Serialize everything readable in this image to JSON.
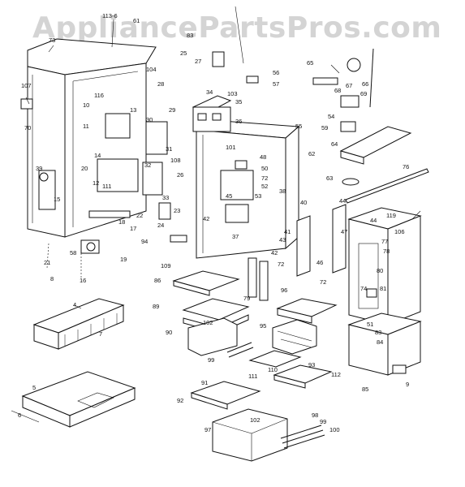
{
  "watermark": "AppliancePartsPros.com",
  "labels": {
    "l113_6": "113-6",
    "l61": "61",
    "l73": "73",
    "l107": "107",
    "l70": "70",
    "l39": "39",
    "l15": "15",
    "l58": "58",
    "l21": "21",
    "l8": "8",
    "l16": "16",
    "l19": "19",
    "l17": "17",
    "l18": "18",
    "l12": "12",
    "l111": "111",
    "l14": "14",
    "l20": "20",
    "l13": "13",
    "l116": "116",
    "l10": "10",
    "l11": "11",
    "l83a": "83",
    "l25": "25",
    "l27": "27",
    "l104": "104",
    "l28": "28",
    "l29": "29",
    "l30": "30",
    "l31": "31",
    "l32": "32",
    "l33": "33",
    "l34": "34",
    "l103": "103",
    "l35": "35",
    "l36": "36",
    "l101": "101",
    "l108": "108",
    "l26": "26",
    "l22": "22",
    "l23": "23",
    "l24": "24",
    "l94": "94",
    "l109": "109",
    "l37": "37",
    "l42a": "42",
    "l55": "55",
    "l48": "48",
    "l50": "50",
    "l72a": "72",
    "l52": "52",
    "l45": "45",
    "l53": "53",
    "l38": "38",
    "l56": "56",
    "l57": "57",
    "l65": "65",
    "l67": "67",
    "l66": "66",
    "l68": "68",
    "l69": "69",
    "l64": "64",
    "l59": "59",
    "l54": "54",
    "l62": "62",
    "l63": "63",
    "l76": "76",
    "l40": "40",
    "l44a": "44",
    "l47": "47",
    "l43": "43",
    "l44b": "44",
    "l41": "41",
    "l42b": "42",
    "l72b": "72",
    "l46": "46",
    "l72c": "72",
    "l119": "119",
    "l77": "77",
    "l106": "106",
    "l78": "78",
    "l80": "80",
    "l74": "74",
    "l81": "81",
    "l51": "51",
    "l83b": "83",
    "l84": "84",
    "l85": "85",
    "l9": "9",
    "l86": "86",
    "l89": "89",
    "l79": "79",
    "l95": "95",
    "l90": "90",
    "l102a": "102",
    "l99": "99",
    "l96": "96",
    "l93": "93",
    "l110": "110",
    "l111b": "111",
    "l112": "112",
    "l4": "4",
    "l7": "7",
    "l5": "5",
    "l6": "6",
    "l91": "91",
    "l92": "92",
    "l97": "97",
    "l102b": "102",
    "l98": "98",
    "l99b": "99",
    "l100": "100"
  }
}
